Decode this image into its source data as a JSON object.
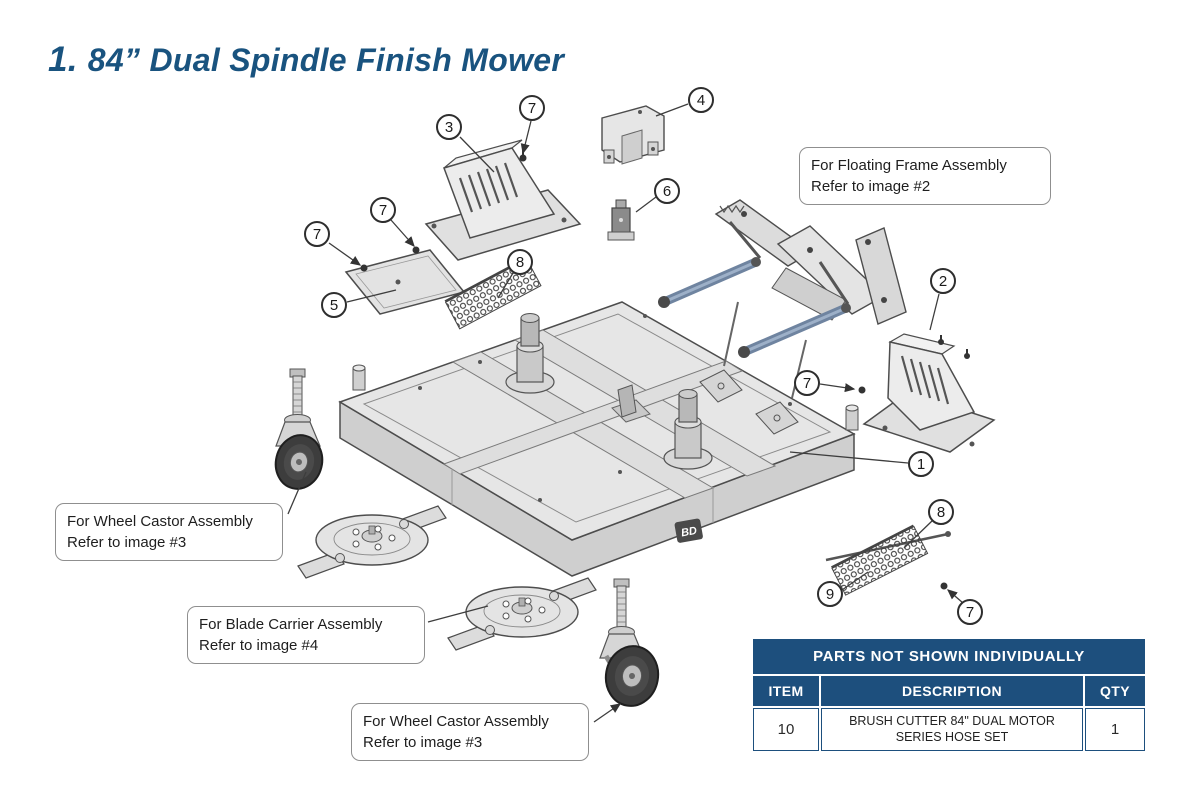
{
  "title": {
    "number": "1.",
    "text": "84” Dual Spindle Finish Mower"
  },
  "brand_mark": "BD",
  "notes": {
    "floating_frame": {
      "line1": "For Floating Frame Assembly",
      "line2": "Refer to image #2"
    },
    "wheel_castor_left": {
      "line1": "For Wheel Castor Assembly",
      "line2": "Refer to image #3"
    },
    "blade_carrier": {
      "line1": "For Blade Carrier Assembly",
      "line2": "Refer to image #4"
    },
    "wheel_castor_bottom": {
      "line1": "For Wheel Castor Assembly",
      "line2": "Refer to image #3"
    }
  },
  "balloons": [
    {
      "label": "3"
    },
    {
      "label": "7"
    },
    {
      "label": "4"
    },
    {
      "label": "6"
    },
    {
      "label": "7"
    },
    {
      "label": "7"
    },
    {
      "label": "8"
    },
    {
      "label": "5"
    },
    {
      "label": "2"
    },
    {
      "label": "7"
    },
    {
      "label": "1"
    },
    {
      "label": "8"
    },
    {
      "label": "9"
    },
    {
      "label": "7"
    }
  ],
  "parts_table": {
    "title": "PARTS NOT SHOWN INDIVIDUALLY",
    "columns": [
      "ITEM",
      "DESCRIPTION",
      "QTY"
    ],
    "rows": [
      {
        "item": "10",
        "description": "BRUSH CUTTER 84\" DUAL MOTOR SERIES HOSE SET",
        "qty": "1"
      }
    ]
  },
  "colors": {
    "accent": "#1d4f7d",
    "title": "#19537f"
  }
}
